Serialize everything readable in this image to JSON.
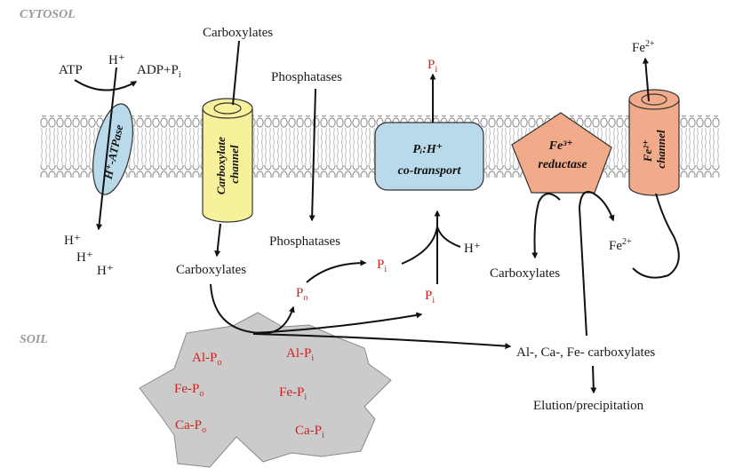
{
  "regions": {
    "cytosol": "CYTOSOL",
    "soil": "SOIL"
  },
  "proteins": {
    "atpase": "H⁺-ATPase",
    "carboxylate_channel_l1": "Carboxylate",
    "carboxylate_channel_l2": "channel",
    "cotransport_l1": "Pᵢ:H⁺",
    "cotransport_l2": "co-transport",
    "reductase_l1": "Fe³⁺",
    "reductase_l2": "reductase",
    "fe_channel_l1": "Fe²⁺",
    "fe_channel_l2": "channel"
  },
  "labels": {
    "atp": "ATP",
    "h_top": "H⁺",
    "adp": "ADP+P",
    "adp_sub": "i",
    "h1": "H⁺",
    "h2": "H⁺",
    "h3": "H⁺",
    "carboxylates_top": "Carboxylates",
    "carboxylates_bottom": "Carboxylates",
    "phosphatases_top": "Phosphatases",
    "phosphatases_bottom": "Phosphatases",
    "pi_top": "P",
    "pi_top_sub": "i",
    "pi_mid": "P",
    "pi_mid_sub": "i",
    "pi_low": "P",
    "pi_low_sub": "i",
    "po": "P",
    "po_sub": "o",
    "h_plus_right": "H⁺",
    "fe2_top": "Fe",
    "fe2_top_sup": "2+",
    "fe2_mid": "Fe",
    "fe2_mid_sup": "2+",
    "carboxylates_right": "Carboxylates",
    "al_ca_fe": "Al-, Ca-, Fe- carboxylates",
    "elution": "Elution/precipitation"
  },
  "soil_compounds": {
    "al_po": "Al-P",
    "al_po_sub": "o",
    "al_pi": "Al-P",
    "al_pi_sub": "i",
    "fe_po": "Fe-P",
    "fe_po_sub": "o",
    "fe_pi": "Fe-P",
    "fe_pi_sub": "i",
    "ca_po": "Ca-P",
    "ca_po_sub": "o",
    "ca_pi": "Ca-P",
    "ca_pi_sub": "i"
  },
  "colors": {
    "atpase": "#b9daea",
    "carboxylate_channel": "#f6f19a",
    "cotransport": "#b9daea",
    "reductase": "#f2ab8a",
    "fe_channel": "#f2ab8a",
    "soil": "#cbcbcb",
    "red_text": "#cc2222"
  }
}
